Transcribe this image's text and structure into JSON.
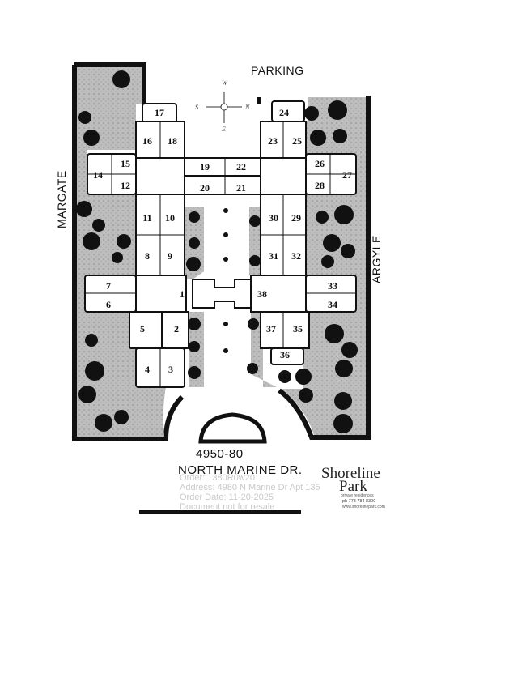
{
  "streets": {
    "north": "PARKING",
    "west": "MARGATE",
    "east": "ARGYLE"
  },
  "compass": {
    "top": "W",
    "left": "S",
    "right": "N",
    "bottom": "E"
  },
  "address": {
    "number": "4950-80",
    "street": "NORTH MARINE DR."
  },
  "watermark": {
    "line1": "Order: 1380R0w20",
    "line2": "Address: 4980 N Marine Dr Apt 135",
    "line3": "Order Date: 11-20-2025",
    "line4": "Document not for resale"
  },
  "brand": {
    "name_line1": "Shoreline",
    "name_line2": "Park",
    "tagline": "private residences",
    "phone": "ph 773 784 8300",
    "website": "www.shorelinepark.com"
  },
  "units": [
    {
      "label": "1"
    },
    {
      "label": "2"
    },
    {
      "label": "3"
    },
    {
      "label": "4"
    },
    {
      "label": "5"
    },
    {
      "label": "6"
    },
    {
      "label": "7"
    },
    {
      "label": "8"
    },
    {
      "label": "9"
    },
    {
      "label": "10"
    },
    {
      "label": "11"
    },
    {
      "label": "12"
    },
    {
      "label": "14"
    },
    {
      "label": "15"
    },
    {
      "label": "16"
    },
    {
      "label": "17"
    },
    {
      "label": "18"
    },
    {
      "label": "19"
    },
    {
      "label": "20"
    },
    {
      "label": "21"
    },
    {
      "label": "22"
    },
    {
      "label": "23"
    },
    {
      "label": "24"
    },
    {
      "label": "25"
    },
    {
      "label": "26"
    },
    {
      "label": "27"
    },
    {
      "label": "28"
    },
    {
      "label": "29"
    },
    {
      "label": "30"
    },
    {
      "label": "31"
    },
    {
      "label": "32"
    },
    {
      "label": "33"
    },
    {
      "label": "34"
    },
    {
      "label": "35"
    },
    {
      "label": "36"
    },
    {
      "label": "37"
    },
    {
      "label": "38"
    }
  ],
  "colors": {
    "ink": "#111111",
    "lawn": "#b9b9b9",
    "building": "#ffffff"
  }
}
